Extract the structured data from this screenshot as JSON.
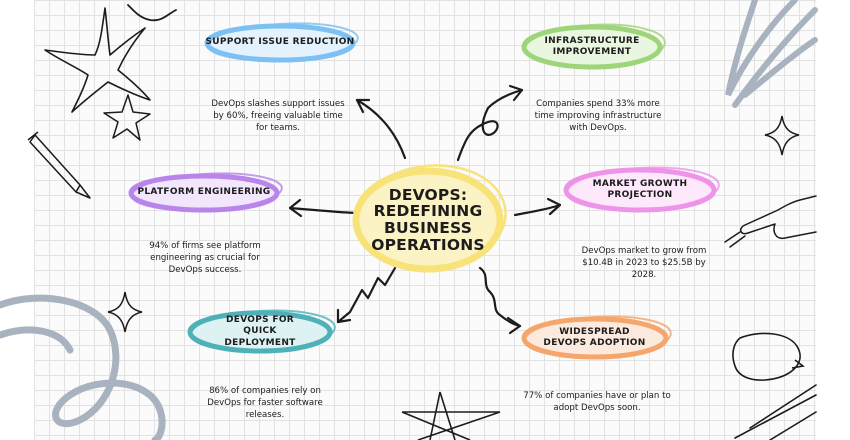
{
  "center": {
    "title": "DevOps: Redefining Business Operations",
    "color": "#f8e27a"
  },
  "nodes": [
    {
      "id": "support",
      "title": "Support Issue Reduction",
      "color": "#7cc1f2",
      "fill": "#e4f2fd",
      "desc": "DevOps slashes support issues by 60%, freeing valuable time for teams."
    },
    {
      "id": "infra",
      "title": "Infrastructure Improvement",
      "color": "#9fd57a",
      "fill": "#eaf7e0",
      "desc": "Companies spend 33% more time improving infrastructure with DevOps."
    },
    {
      "id": "platform",
      "title": "Platform Engineering",
      "color": "#b985ea",
      "fill": "#f1e6fc",
      "desc": "94% of firms see platform engineering as crucial for DevOps success."
    },
    {
      "id": "market",
      "title": "Market Growth Projection",
      "color": "#ee94e8",
      "fill": "#fde9fb",
      "desc": "DevOps market to grow from $10.4B in 2023 to $25.5B by 2028."
    },
    {
      "id": "quick",
      "title": "DevOps for Quick Deployment",
      "color": "#4fb1b8",
      "fill": "#dff2f3",
      "desc": "86% of companies rely on DevOps for faster software releases."
    },
    {
      "id": "adoption",
      "title": "Widespread DevOps Adoption",
      "color": "#f5a66c",
      "fill": "#fdeade",
      "desc": "77% of companies have or plan to adopt DevOps soon."
    }
  ]
}
